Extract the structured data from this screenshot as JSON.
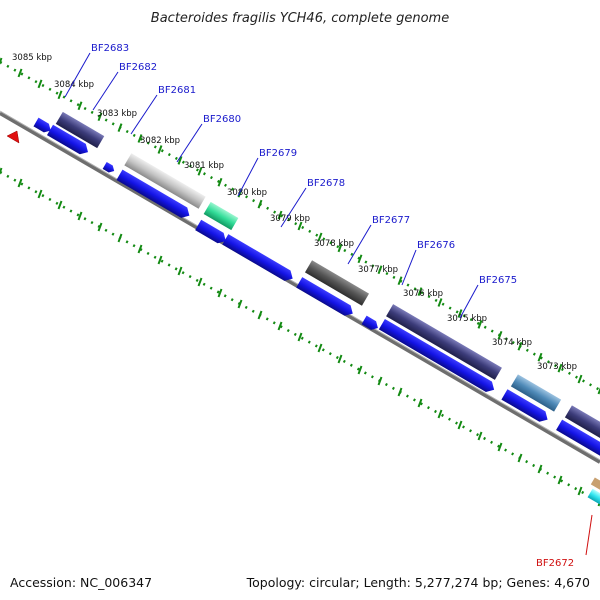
{
  "title": "Bacteroides fragilis YCH46, complete genome",
  "accession_label": "Accession: NC_006347",
  "summary_label": "Topology: circular; Length: 5,277,274 bp; Genes: 4,670",
  "kbp_ticks": [
    "3085 kbp",
    "3084 kbp",
    "3083 kbp",
    "3082 kbp",
    "3081 kbp",
    "3080 kbp",
    "3079 kbp",
    "3078 kbp",
    "3077 kbp",
    "3076 kbp",
    "3075 kbp",
    "3074 kbp",
    "3073 kbp"
  ],
  "gene_labels": [
    "BF2683",
    "BF2682",
    "BF2681",
    "BF2680",
    "BF2679",
    "BF2678",
    "BF2677",
    "BF2676",
    "BF2675",
    "BF2672"
  ],
  "colors": {
    "cds": "#1414e6",
    "cds_dark": "#0a0a8c",
    "label_blue": "#1a1acc",
    "label_red": "#d01010",
    "tick_green": "#138a13",
    "backbone": "#7a7a7a"
  }
}
